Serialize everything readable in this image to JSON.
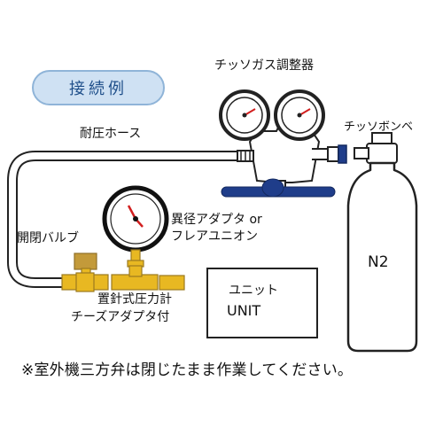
{
  "badge": {
    "label": "接続例"
  },
  "labels": {
    "regulator": "チッソガス調整器",
    "hose": "耐圧ホース",
    "cylinder": "チッソボンベ",
    "adapter_line1": "異径アダプタ or",
    "adapter_line2": "フレアユニオン",
    "valve": "開閉バルブ",
    "gauge_line1": "置針式圧力計",
    "gauge_line2": "チーズアダプタ付",
    "cylinder_text": "N2",
    "unit_line1": "ユニット",
    "unit_line2": "UNIT"
  },
  "footnote": "※室外機三方弁は閉じたまま作業してください。",
  "colors": {
    "accent_blue": "#1f3d8a",
    "badge_fill": "#cfe1f3",
    "brass": "#e8b822",
    "brass_dark": "#c39a3a",
    "gauge_needle": "#d21f1f"
  },
  "icons": [
    "pressure-gauge-icon",
    "gas-cylinder-icon",
    "regulator-icon",
    "valve-icon"
  ]
}
